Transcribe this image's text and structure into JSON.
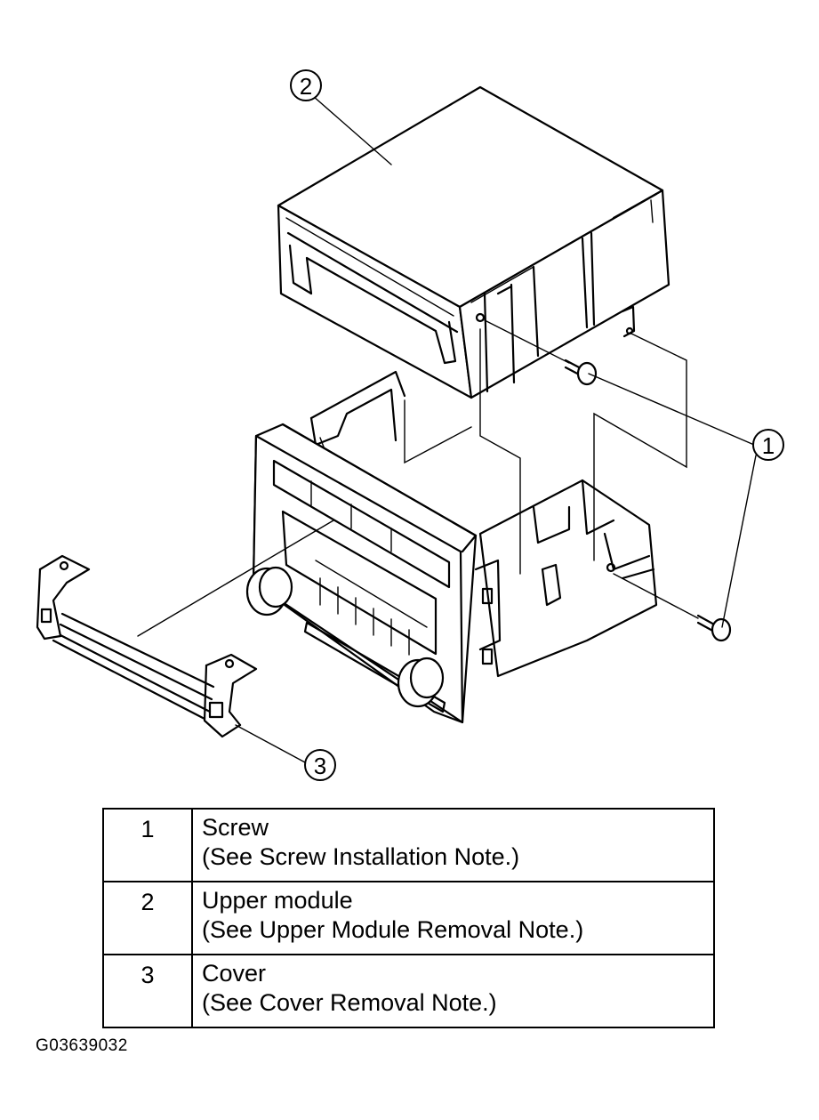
{
  "callouts": [
    {
      "num": "1"
    },
    {
      "num": "2"
    },
    {
      "num": "3"
    }
  ],
  "legend": [
    {
      "num": "1",
      "name": "Screw",
      "note": "(See Screw Installation Note.)"
    },
    {
      "num": "2",
      "name": "Upper module",
      "note": "(See Upper Module Removal Note.)"
    },
    {
      "num": "3",
      "name": "Cover",
      "note": "(See Cover Removal Note.)"
    }
  ],
  "figure_id": "G03639032"
}
